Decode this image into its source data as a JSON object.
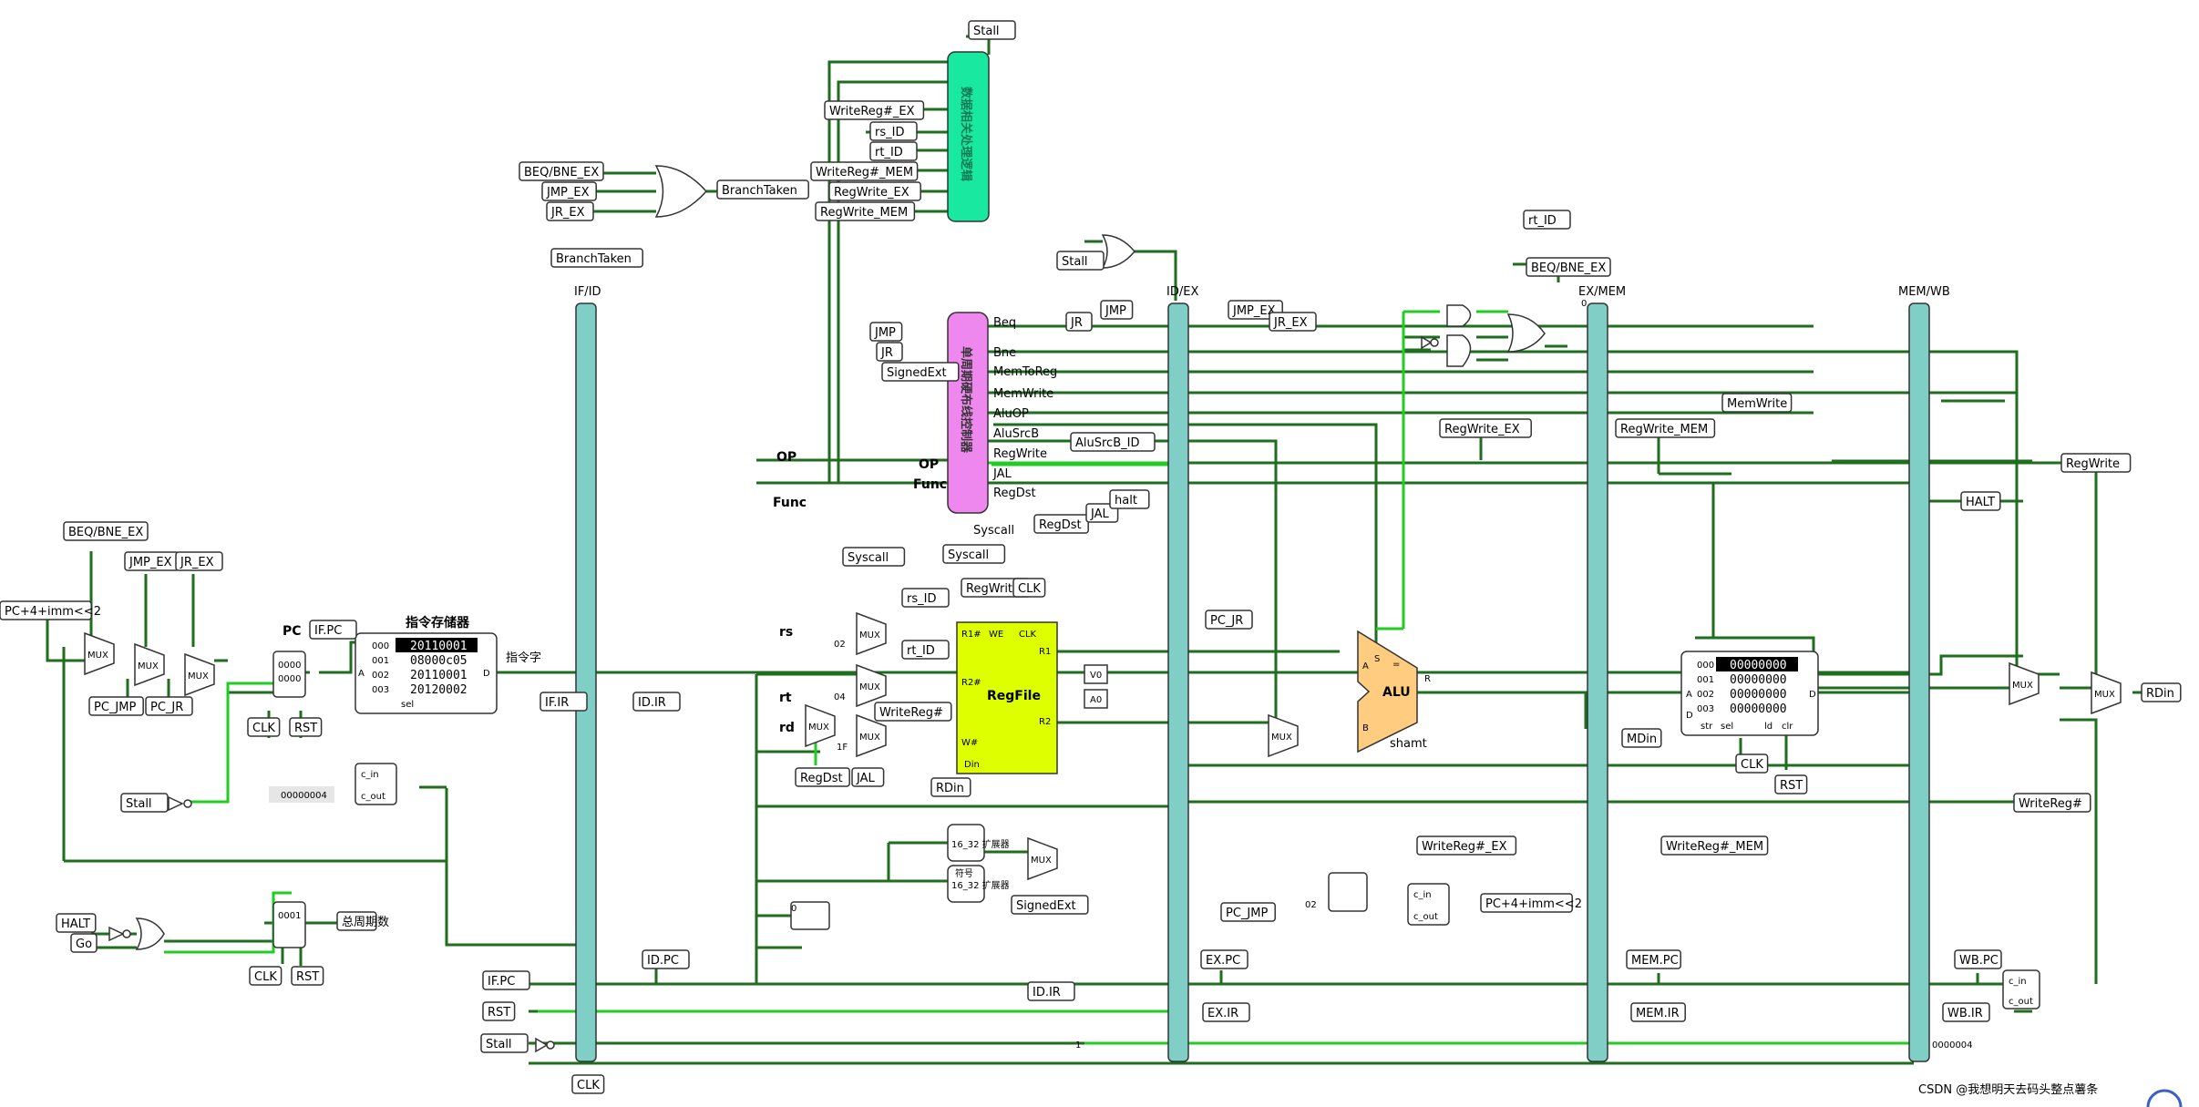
{
  "tags": {
    "stall_top": "Stall",
    "writereg_ex": "WriteReg#_EX",
    "rs_id": "rs_ID",
    "rt_id": "rt_ID",
    "writereg_mem": "WriteReg#_MEM",
    "regwrite_ex": "RegWrite_EX",
    "regwrite_mem": "RegWrite_MEM",
    "beq_bne_ex": "BEQ/BNE_EX",
    "jmp_ex": "JMP_EX",
    "jr_ex": "JR_EX",
    "branchtaken": "BranchTaken",
    "branchtaken2": "BranchTaken",
    "stall2": "Stall",
    "rt_id2": "rt_ID",
    "beq_bne_ex2": "BEQ/BNE_EX",
    "jmp": "JMP",
    "jr": "JR",
    "signedext": "SignedExt",
    "jmp2": "JMP",
    "jmp_ex2": "JMP_EX",
    "jr2": "JR",
    "jr_ex2": "JR_EX",
    "alusrcb_id": "AluSrcB_ID",
    "regdst": "RegDst",
    "jal": "JAL",
    "halt_small": "halt",
    "syscall": "Syscall",
    "syscall2": "Syscall",
    "regwrite": "RegWrite",
    "clk": "CLK",
    "rs_id2": "rs_ID",
    "rt_id3": "rt_ID",
    "writereg": "WriteReg#",
    "regdst2": "RegDst",
    "jal2": "JAL",
    "rdin": "RDin",
    "pc_jr": "PC_JR",
    "regwrite_ex2": "RegWrite_EX",
    "regwrite_mem2": "RegWrite_MEM",
    "memwrite": "MemWrite",
    "regwrite_out": "RegWrite",
    "halt": "HALT",
    "rdin2": "RDin",
    "mdin": "MDin",
    "writereg_out": "WriteReg#",
    "writereg_ex2": "WriteReg#_EX",
    "writereg_mem2": "WriteReg#_MEM",
    "signedext2": "SignedExt",
    "pc_jmp": "PC_JMP",
    "pc4imm": "PC+4+imm<<2",
    "beq_bne_ex_l": "BEQ/BNE_EX",
    "jmp_ex_l": "JMP_EX",
    "jr_ex_l": "JR_EX",
    "pc4imm_l": "PC+4+imm<<2",
    "pc_jmp_l": "PC_JMP",
    "pc_jr_l": "PC_JR",
    "clk_l": "CLK",
    "rst_l": "RST",
    "stall_l": "Stall",
    "halt_l": "HALT",
    "go_l": "Go",
    "clk_l2": "CLK",
    "rst_l2": "RST",
    "cycles": "总周期数",
    "if_pc": "IF.PC",
    "if_ir": "IF.IR",
    "id_ir": "ID.IR",
    "if_pc2": "IF.PC",
    "rst_b": "RST",
    "stall_b": "Stall",
    "id_pc": "ID.PC",
    "id_ir2": "ID.IR",
    "ex_pc": "EX.PC",
    "ex_ir": "EX.IR",
    "mem_pc": "MEM.PC",
    "mem_ir": "MEM.IR",
    "wb_pc": "WB.PC",
    "wb_ir": "WB.IR",
    "clk_b": "CLK",
    "clk_m": "CLK",
    "rst_m": "RST",
    "if_pc_top": "IF.PC"
  },
  "pipeline_regs": {
    "if_id": "IF/ID",
    "id_ex": "ID/EX",
    "ex_mem": "EX/MEM",
    "mem_wb": "MEM/WB"
  },
  "units": {
    "hazard": "数据相关处理逻辑",
    "controller": "单周期硬布线控制器",
    "regfile": "RegFile",
    "alu": "ALU",
    "inst_mem": "指令存储器",
    "pc": "PC",
    "mux": "MUX"
  },
  "controller_outputs": [
    "Beq",
    "Bne",
    "MemToReg",
    "MemWrite",
    "AluOP",
    "AluSrcB",
    "RegWrite",
    "JAL",
    "RegDst"
  ],
  "controller_inputs": {
    "op": "OP",
    "func": "Func",
    "syscall": "Syscall"
  },
  "signals": {
    "op": "OP",
    "func": "Func",
    "instr_word": "指令字",
    "rs": "rs",
    "rt": "rt",
    "rd": "rd",
    "r1": "R1",
    "r2": "R2",
    "r1n": "R1#",
    "r2n": "R2#",
    "wn": "W#",
    "we": "WE",
    "clk": "CLK",
    "din": "Din",
    "v0": "V0",
    "a0": "A0",
    "a": "A",
    "b": "B",
    "s": "S",
    "eq": "=",
    "r": "R",
    "shamt": "shamt",
    "d": "D",
    "a_mem": "A",
    "d_mem": "D",
    "ext1": "16_32 扩展器",
    "ext2": "16_32 扩展器",
    "sign": "符号"
  },
  "inst_mem": {
    "addrs": [
      "000",
      "001",
      "002",
      "003"
    ],
    "values": [
      "20110001",
      "08000c05",
      "20110001",
      "20120002"
    ],
    "sel": "sel"
  },
  "data_mem": {
    "addrs": [
      "000",
      "001",
      "002",
      "003"
    ],
    "values": [
      "00000000",
      "00000000",
      "00000000",
      "00000000"
    ],
    "footer": [
      "str",
      "sel",
      "ld",
      "clr"
    ]
  },
  "counters": {
    "pc_val": "0000",
    "pc_val2": "0000",
    "cycle_val": "0001",
    "pc_inc": "00000004",
    "wb_inc": "0000004",
    "const_02": "02",
    "const_04": "04",
    "const_1f": "1F",
    "const_02b": "02",
    "const_0": "0",
    "const_1": "1",
    "const_0b": "0"
  },
  "adder": {
    "cin": "c_in",
    "cout": "c_out"
  },
  "watermark": "CSDN @我想明天去码头整点薯条",
  "colors": {
    "wire_on": "#1f6f1f",
    "wire_hi": "#22cc22",
    "pipe": "#7fcfc7",
    "hazard": "#19e8a0",
    "ctrl": "#ee88ee",
    "regfile": "#ddff00",
    "alu": "#ffcc80"
  }
}
